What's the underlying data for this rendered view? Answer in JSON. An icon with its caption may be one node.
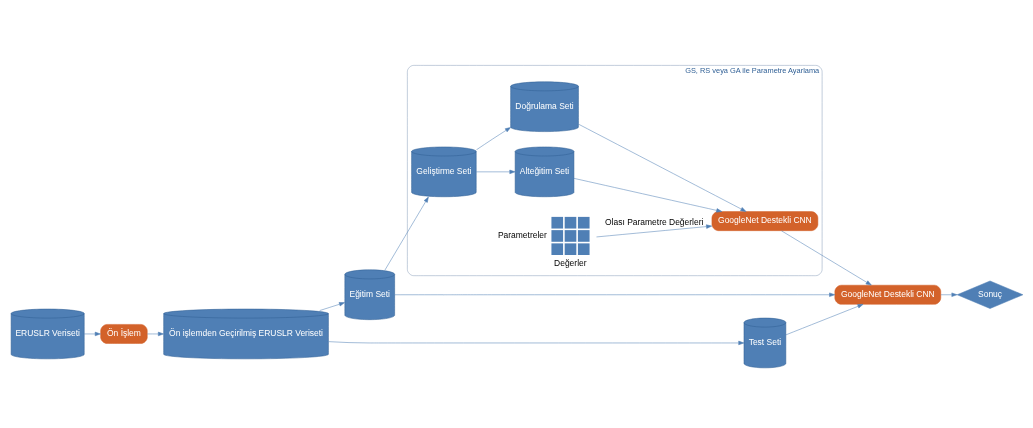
{
  "diagram": {
    "nodes": [
      {
        "text": [
          "ERUSLR Veriseti"
        ]
      },
      {
        "text": [
          "Ön İşlem"
        ]
      },
      {
        "text": [
          "Ön işlemden Geçirilmiş ERUSLR Veriseti"
        ]
      },
      {
        "text": [
          "Eğitim Seti"
        ]
      },
      {
        "text": [
          "Test Seti"
        ]
      },
      {
        "text": [
          "GS, RS veya GA ile Parametre Ayarlama"
        ]
      },
      {
        "text": [
          "Geliştirme Seti"
        ],
        "in": 5
      },
      {
        "text": [
          "Alteğitim Seti"
        ],
        "in": 5
      },
      {
        "text": [
          "Doğrulama Seti"
        ],
        "in": 5
      },
      {
        "text": [
          "Parametreler",
          "Değerler"
        ],
        "in": 5
      },
      {
        "text": [
          "GoogleNet Destekli CNN"
        ],
        "in": 5
      },
      {
        "text": [
          "GoogleNet Destekli CNN"
        ]
      },
      {
        "text": [
          "Sonuç"
        ]
      }
    ],
    "edges": [
      {
        "from": 0,
        "to": 1,
        "arrow": "to"
      },
      {
        "from": 1,
        "to": 2,
        "arrow": "to"
      },
      {
        "from": 2,
        "to": 3,
        "arrow": "to"
      },
      {
        "from": 2,
        "to": 4,
        "arrow": "to"
      },
      {
        "from": 3,
        "to": 6,
        "arrow": "to"
      },
      {
        "from": 6,
        "to": 7,
        "arrow": "to"
      },
      {
        "from": 6,
        "to": 8,
        "arrow": "to"
      },
      {
        "from": 7,
        "to": 10,
        "arrow": "to"
      },
      {
        "from": 8,
        "to": 10,
        "arrow": "to"
      },
      {
        "from": 9,
        "to": 10,
        "arrow": "to",
        "label": "Olası Parametre Değerleri"
      },
      {
        "from": 10,
        "to": 11,
        "arrow": "to"
      },
      {
        "from": 3,
        "to": 11,
        "arrow": "to"
      },
      {
        "from": 4,
        "to": 11,
        "arrow": "to"
      },
      {
        "from": 11,
        "to": 12,
        "arrow": "to"
      }
    ]
  }
}
